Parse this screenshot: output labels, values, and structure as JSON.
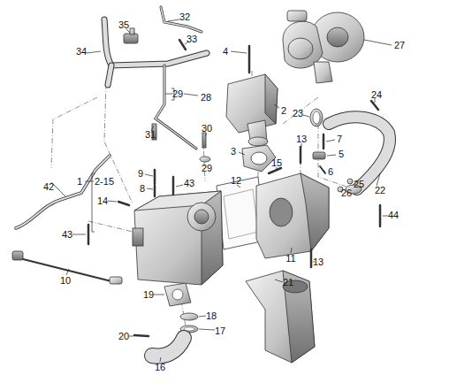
{
  "diagram": {
    "labels": [
      "35",
      "32",
      "33",
      "34",
      "4",
      "27",
      "29",
      "28",
      "24",
      "23",
      "2",
      "30",
      "31",
      "13",
      "7",
      "3",
      "5",
      "15",
      "29",
      "6",
      "9",
      "1",
      "2-15",
      "12",
      "43",
      "25",
      "22",
      "42",
      "8",
      "26",
      "14",
      "44",
      "43",
      "11",
      "13",
      "10",
      "21",
      "19",
      "18",
      "17",
      "20",
      "16"
    ]
  }
}
